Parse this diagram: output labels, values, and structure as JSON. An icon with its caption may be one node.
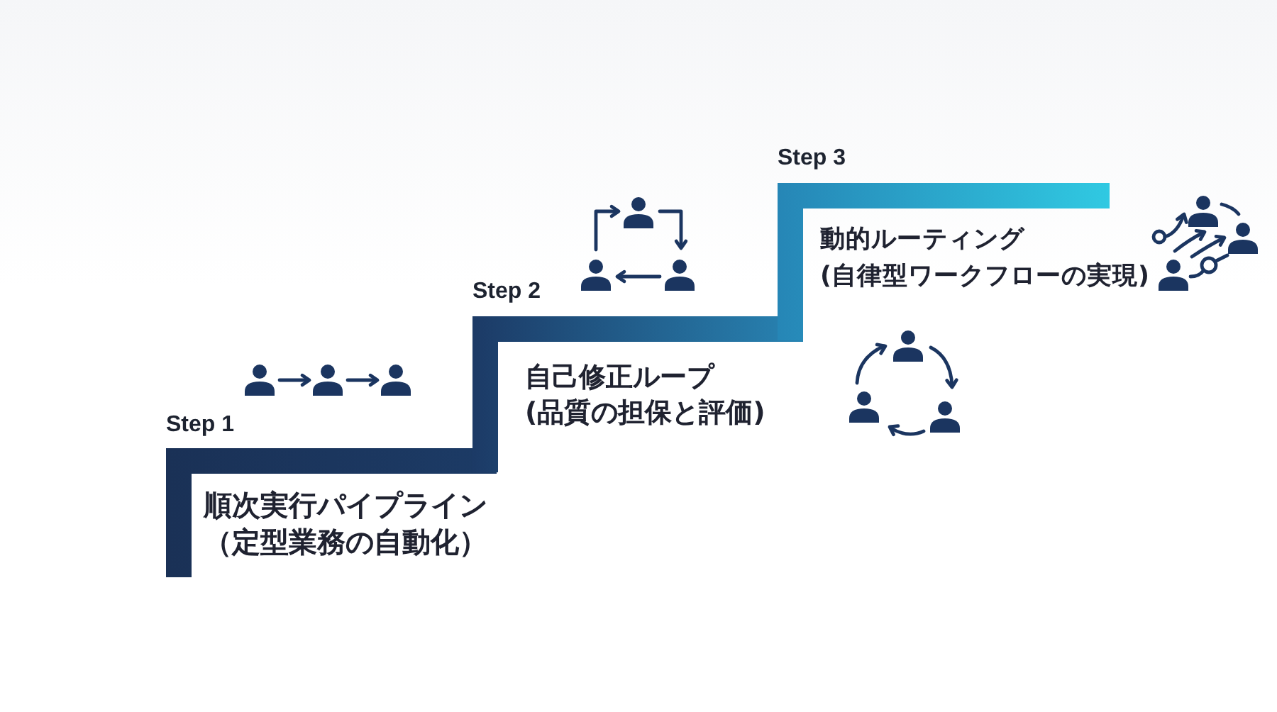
{
  "diagram": {
    "nodes": [
      {
        "text": [
          "Step 1",
          "順次実行パイプライン",
          "（定型業務の自動化）"
        ]
      },
      {
        "text": [
          "Step 2",
          "自己修正ループ",
          "(品質の担保と評価)"
        ]
      },
      {
        "text": [
          "Step 3",
          "動的ルーティング",
          "(自律型ワークフローの実現)"
        ]
      }
    ]
  }
}
